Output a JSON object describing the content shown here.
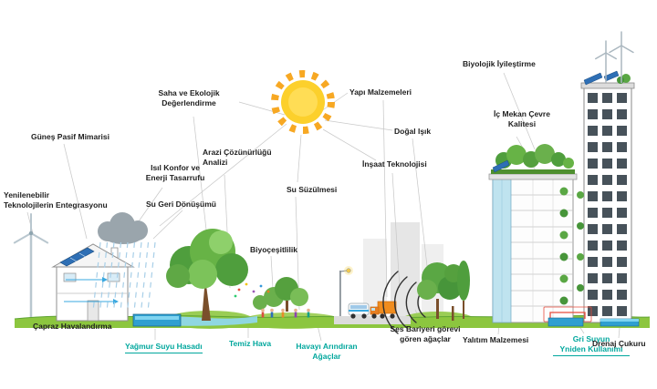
{
  "title_context": "sustainable-architecture-infographic",
  "colors": {
    "teal_accent": "#00A79D",
    "label_black": "#1E1E1E",
    "sun_yellow": "#FCD02C",
    "ground_green": "#8CC63F",
    "water_blue": "#2F9FD0",
    "connector_gray": "#C9C9C9"
  },
  "labels": [
    {
      "id": "gunes-pasif-mimarisi",
      "text": "Güneş Pasif Mimarisi"
    },
    {
      "id": "saha-ekolojik-degerlendirme",
      "text": "Saha ve Ekolojik\nDeğerlendirme"
    },
    {
      "id": "yapi-malzemeleri",
      "text": "Yapı Malzemeleri"
    },
    {
      "id": "biyolojik-iyilestirme",
      "text": "Biyolojik İyileştirme"
    },
    {
      "id": "ic-mekan-cevre-kalitesi",
      "text": "İç Mekan Çevre\nKalitesi"
    },
    {
      "id": "dogal-isik",
      "text": "Doğal Işık"
    },
    {
      "id": "insaat-teknolojisi",
      "text": "İnşaat Teknolojisi"
    },
    {
      "id": "arazi-cozunurlugu-analizi",
      "text": "Arazi Çözünürlüğü\nAnalizi"
    },
    {
      "id": "isil-konfor-enerji-tasarrufu",
      "text": "Isıl Konfor ve\nEnerji Tasarrufu"
    },
    {
      "id": "su-geri-donusumu",
      "text": "Su Geri Dönüşümü"
    },
    {
      "id": "su-suzulmesi",
      "text": "Su Süzülmesi"
    },
    {
      "id": "yenilenebilir-teknolojiler",
      "text": "Yenilenebilir\nTeknolojilerin Entegrasyonu"
    },
    {
      "id": "biyocesitlilik",
      "text": "Biyoçeşitlilik"
    },
    {
      "id": "capraz-havalandirma",
      "text": "Çapraz Havalandırma"
    },
    {
      "id": "yagmur-suyu-hasadi",
      "text": "Yağmur Suyu Hasadı"
    },
    {
      "id": "temiz-hava",
      "text": "Temiz Hava"
    },
    {
      "id": "havayi-arindiran-agaclar",
      "text": "Havayı Arındıran\nAğaçlar"
    },
    {
      "id": "ses-bariyeri-agaclar",
      "text": "Ses Bariyeri görevi\ngören ağaçlar"
    },
    {
      "id": "yalitim-malzemesi",
      "text": "Yalıtım Malzemesi"
    },
    {
      "id": "gri-suyun-kullanimi",
      "text": "Gri Suyun\nYniden Kullanımı"
    },
    {
      "id": "drenaj-cukuru",
      "text": "Drenaj Çukuru"
    }
  ]
}
